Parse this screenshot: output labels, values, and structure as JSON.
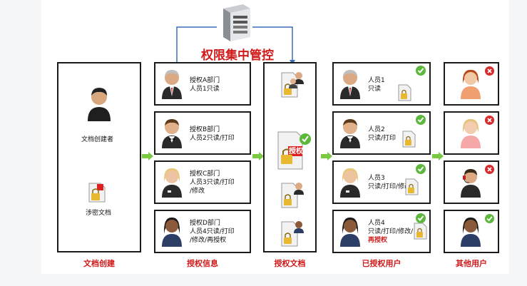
{
  "title": "权限集中管控",
  "creator": {
    "name": "文档创建者",
    "doc": "涉密文档"
  },
  "auth_doc_badge": "授权",
  "auth_info": [
    {
      "line1": "授权A部门",
      "line2": "人员1只读",
      "line3": ""
    },
    {
      "line1": "授权B部门",
      "line2": "人员2只读/打印",
      "line3": ""
    },
    {
      "line1": "授权C部门",
      "line2": "人员3只读/打印",
      "line3": "/修改"
    },
    {
      "line1": "授权D部门",
      "line2": "人员4只读/打印",
      "line3": "/修改/再授权"
    }
  ],
  "authorized_users": [
    {
      "line1": "人员1",
      "line2": "只读",
      "line3": ""
    },
    {
      "line1": "人员2",
      "line2": "只读/打印",
      "line3": ""
    },
    {
      "line1": "人员3",
      "line2": "只读/打印/修改",
      "line3": ""
    },
    {
      "line1": "人员4",
      "line2": "只读/打印/修改/",
      "line3": "再授权"
    }
  ],
  "columns": [
    "文档创建",
    "授权信息",
    "授权文档",
    "已授权用户",
    "其他用户"
  ],
  "other_users_status": [
    "denied",
    "denied",
    "denied",
    "allowed"
  ],
  "colors": {
    "accent_red": "#d11a1a",
    "arrow_green": "#7ac943",
    "line_blue": "#3a6fb5"
  }
}
